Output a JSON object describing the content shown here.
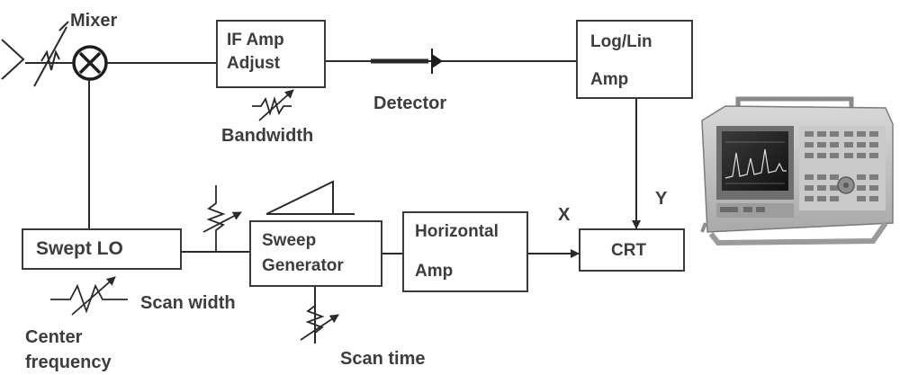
{
  "blocks": {
    "if_amp": {
      "line1": "IF Amp",
      "line2": "Adjust"
    },
    "log_lin": {
      "line1": "Log/Lin",
      "line2": "Amp"
    },
    "swept_lo": {
      "label": "Swept LO"
    },
    "sweep_gen": {
      "line1": "Sweep",
      "line2": "Generator"
    },
    "horizontal": {
      "line1": "Horizontal",
      "line2": "Amp"
    },
    "crt": {
      "label": "CRT"
    }
  },
  "labels": {
    "mixer": "Mixer",
    "detector": "Detector",
    "bandwidth": "Bandwidth",
    "scan_width": "Scan width",
    "center_freq_1": "Center",
    "center_freq_2": "frequency",
    "scan_time": "Scan time",
    "x_axis": "X",
    "y_axis": "Y"
  },
  "colors": {
    "ink": "#3a3a3a",
    "text": "#3d3d3d"
  },
  "icons": [
    "input-antenna-icon",
    "mixer-icon",
    "detector-diode-icon",
    "variable-resistor-icon",
    "sawtooth-waveform-icon",
    "spectrum-analyzer-photo"
  ]
}
